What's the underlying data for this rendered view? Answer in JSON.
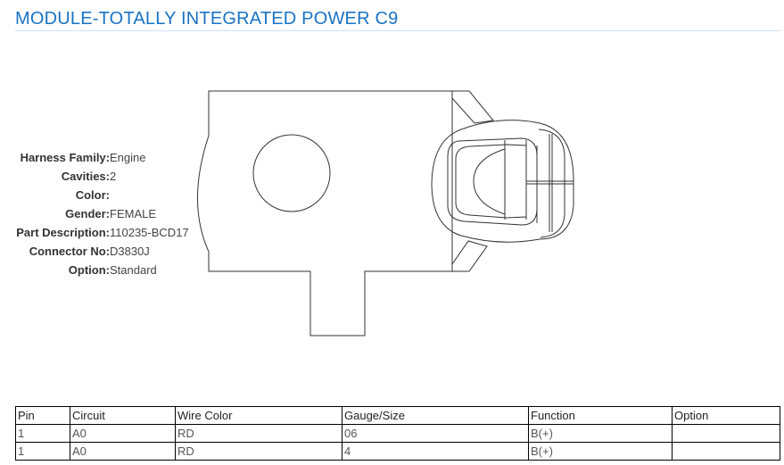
{
  "title": "MODULE-TOTALLY INTEGRATED POWER C9",
  "properties": [
    {
      "key": "Harness Family:",
      "value": "Engine"
    },
    {
      "key": "Cavities:",
      "value": "2"
    },
    {
      "key": "Color:",
      "value": ""
    },
    {
      "key": "Gender:",
      "value": "FEMALE"
    },
    {
      "key": "Part Description:",
      "value": "110235-BCD17"
    },
    {
      "key": "Connector No:",
      "value": "D3830J"
    },
    {
      "key": "Option:",
      "value": "Standard"
    }
  ],
  "table": {
    "headers": [
      "Pin",
      "Circuit",
      "Wire Color",
      "Gauge/Size",
      "Function",
      "Option"
    ],
    "rows": [
      [
        "1",
        "A0",
        "RD",
        "06",
        "B(+)",
        ""
      ],
      [
        "1",
        "A0",
        "RD",
        "4",
        "B(+)",
        ""
      ]
    ]
  },
  "colors": {
    "title": "#1a73c4",
    "line": "#333333"
  }
}
